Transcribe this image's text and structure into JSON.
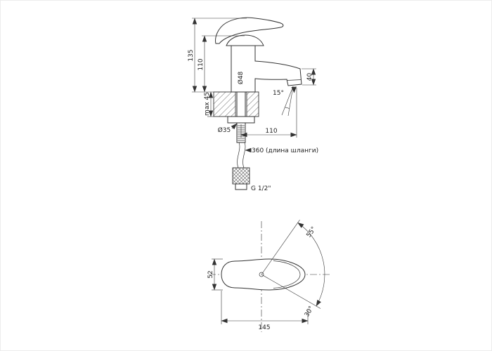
{
  "side": {
    "dim135": "135",
    "dim110v": "110",
    "max45": "max 45",
    "d48": "Ø48",
    "d35": "Ø35",
    "dim110h": "110",
    "dim40": "40",
    "angle15": "15°",
    "hose": "360 (длина шланги)",
    "thread": "G 1/2\""
  },
  "top": {
    "angle55": "55°",
    "angle30": "30°",
    "dim52": "52",
    "dim145": "145"
  }
}
